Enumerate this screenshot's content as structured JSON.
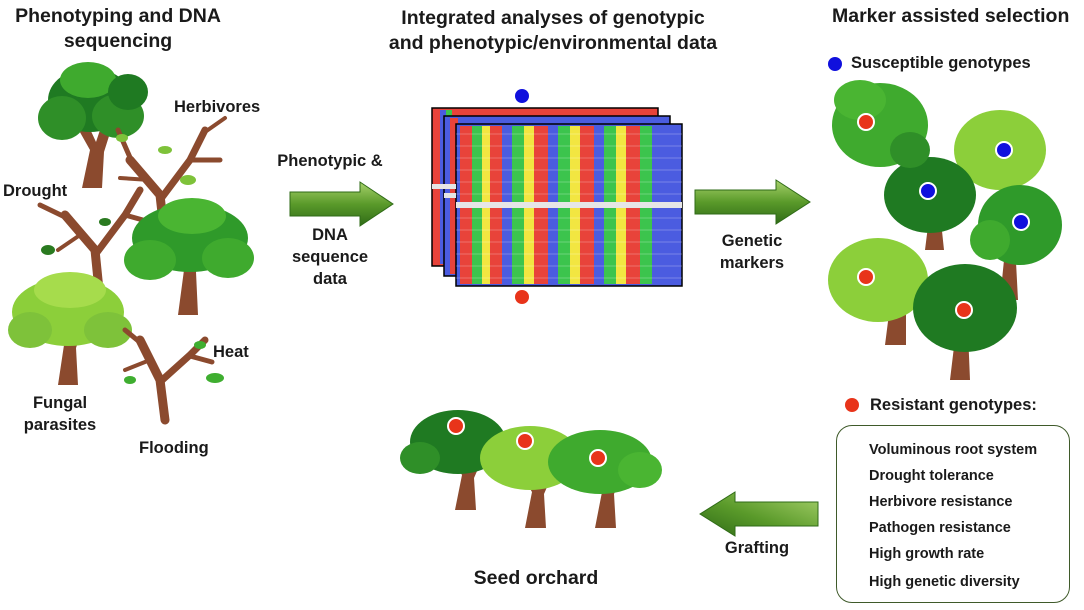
{
  "colors": {
    "arrow_dark": "#2f6b17",
    "arrow_light": "#a7d16b",
    "susceptible": "#1010dd",
    "resistant": "#e8341a",
    "tree_trunk": "#8b4a2e",
    "foliage_dark": "#1f7a22",
    "foliage_mid": "#3faa2e",
    "foliage_light": "#8ccf3a",
    "seq_red": "#e8433a",
    "seq_blue": "#4b5ce0",
    "seq_green": "#3cc44d",
    "seq_yellow": "#f2e641"
  },
  "panels": {
    "left": {
      "title_line1": "Phenotyping and DNA",
      "title_line2": "sequencing",
      "labels": {
        "herbivores": "Herbivores",
        "drought": "Drought",
        "heat": "Heat",
        "fungal_line1": "Fungal",
        "fungal_line2": "parasites",
        "flooding": "Flooding"
      }
    },
    "middle": {
      "title_line1": "Integrated analyses of genotypic",
      "title_line2": "and phenotypic/environmental data"
    },
    "right": {
      "title": "Marker assisted selection",
      "susceptible_label": "Susceptible genotypes",
      "resistant_label": "Resistant genotypes:"
    }
  },
  "arrows": {
    "a1_line1": "Phenotypic &",
    "a1_line2": "DNA",
    "a1_line3": "sequence",
    "a1_line4": "data",
    "a2_line1": "Genetic",
    "a2_line2": "markers",
    "a3": "Grafting"
  },
  "orchard": {
    "title": "Seed orchard"
  },
  "traits": [
    "Voluminous root system",
    "Drought tolerance",
    "Herbivore resistance",
    "Pathogen resistance",
    "High growth rate",
    "High genetic diversity"
  ]
}
